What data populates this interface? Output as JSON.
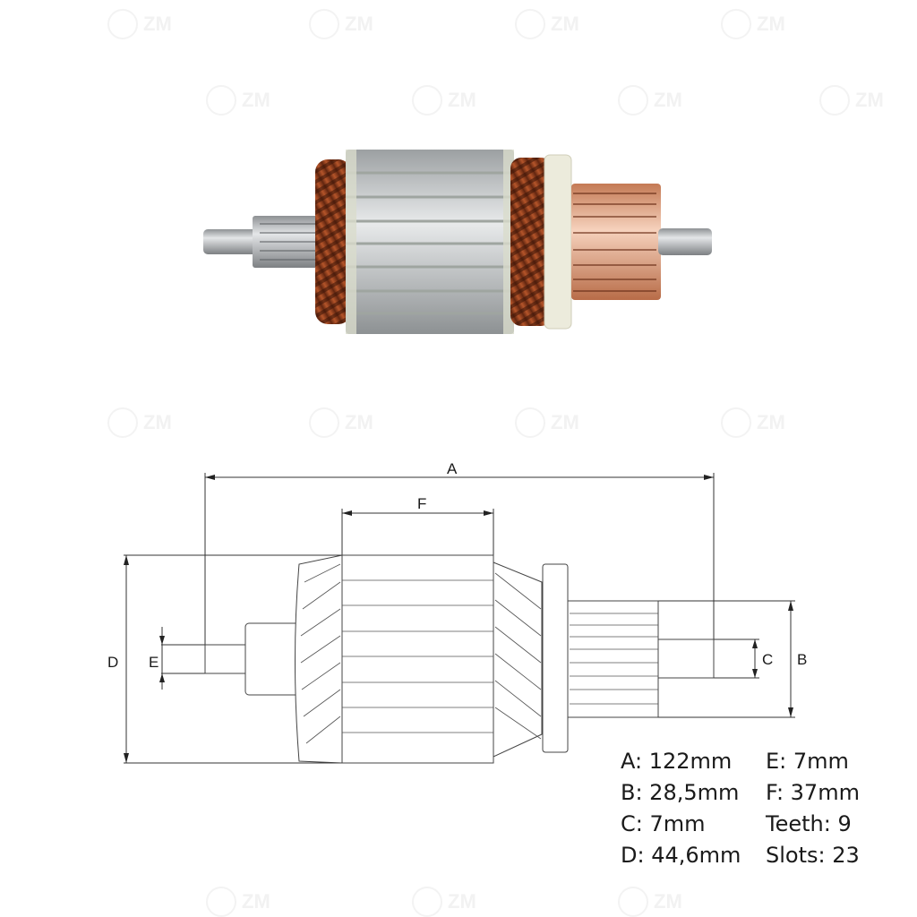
{
  "watermark": {
    "text": "ZM"
  },
  "photo": {
    "subject": "starter motor armature",
    "colors": {
      "copper_winding": "#8b3a1a",
      "steel_core": "#c8cccc",
      "insulator": "#ecebdc",
      "commutator": "#e0a07c",
      "shaft": "#b5b8ba"
    }
  },
  "drawing": {
    "dimension_labels": {
      "A": "A",
      "B": "B",
      "C": "C",
      "D": "D",
      "E": "E",
      "F": "F"
    }
  },
  "specs": [
    {
      "label": "A",
      "value": "122mm",
      "text": "A: 122mm"
    },
    {
      "label": "E",
      "value": "7mm",
      "text": "E: 7mm"
    },
    {
      "label": "B",
      "value": "28,5mm",
      "text": "B: 28,5mm"
    },
    {
      "label": "F",
      "value": "37mm",
      "text": "F: 37mm"
    },
    {
      "label": "C",
      "value": "7mm",
      "text": "C: 7mm"
    },
    {
      "label": "Teeth",
      "value": "9",
      "text": "Teeth: 9"
    },
    {
      "label": "D",
      "value": "44,6mm",
      "text": "D: 44,6mm"
    },
    {
      "label": "Slots",
      "value": "23",
      "text": "Slots: 23"
    }
  ]
}
